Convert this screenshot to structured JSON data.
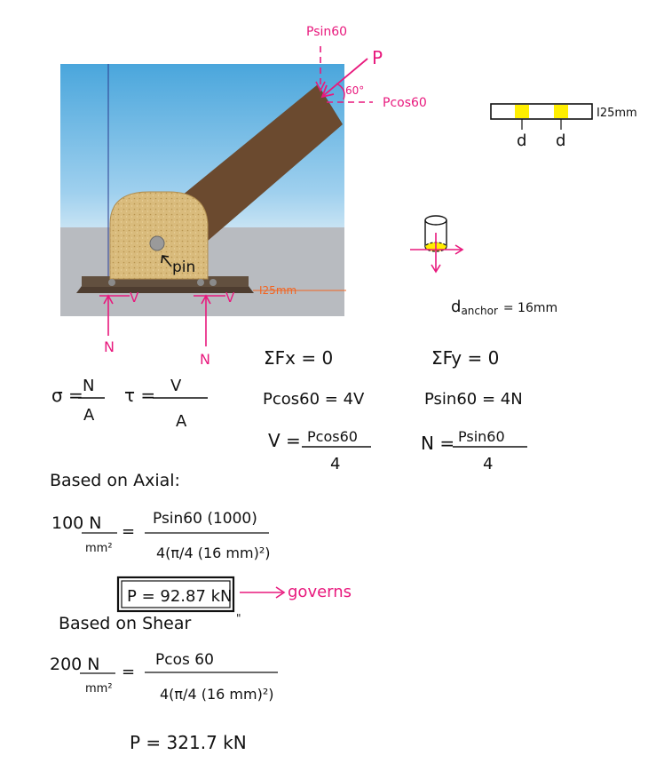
{
  "scene": {
    "pin_label": "pin",
    "thickness_label": "25mm",
    "reaction_N": "N",
    "reaction_V": "V"
  },
  "load": {
    "P": "P",
    "psin": "Psin60",
    "pcos": "Pcos60",
    "angle": "60°"
  },
  "plate": {
    "thickness": "25mm",
    "d_left": "d",
    "d_right": "d"
  },
  "anchor": {
    "label_d": "d",
    "label_sub": "anchor",
    "label_val": "= 16mm"
  },
  "formulas": {
    "sigma_lhs": "σ =",
    "sigma_num": "N",
    "sigma_den": "A",
    "tau_lhs": "τ =",
    "tau_num": "V",
    "tau_den": "A"
  },
  "sum_x": {
    "title": "ΣFx = 0",
    "eq1": "Pcos60 = 4V",
    "lhs": "V =",
    "num": "Pcos60",
    "den": "4"
  },
  "sum_y": {
    "title": "ΣFy = 0",
    "eq1": "Psin60 = 4N",
    "lhs": "N =",
    "num": "Psin60",
    "den": "4"
  },
  "axial": {
    "heading": "Based on Axial:",
    "stress_num": "100 N",
    "stress_den": "mm²",
    "eq": "=",
    "rhs_num": "Psin60 (1000)",
    "rhs_den": "4(π/4 (16 mm)²)",
    "result": "P = 92.87 kN",
    "note": "governs"
  },
  "shear": {
    "heading": "Based on Shear",
    "stress_num": "200 N",
    "stress_den": "mm²",
    "eq": "=",
    "rhs_num": "Pcos 60",
    "rhs_den": "4(π/4 (16 mm)²)",
    "result": "P = 321.7 kN"
  },
  "colors": {
    "pink": "#e8197d",
    "orange": "#f26522",
    "sky": "#5bb3e0",
    "ground": "#b9bcc1",
    "wood": "#6b4a2f",
    "block": "#d8b978",
    "baseplate": "#5a4636",
    "highlight": "#ffee00"
  }
}
